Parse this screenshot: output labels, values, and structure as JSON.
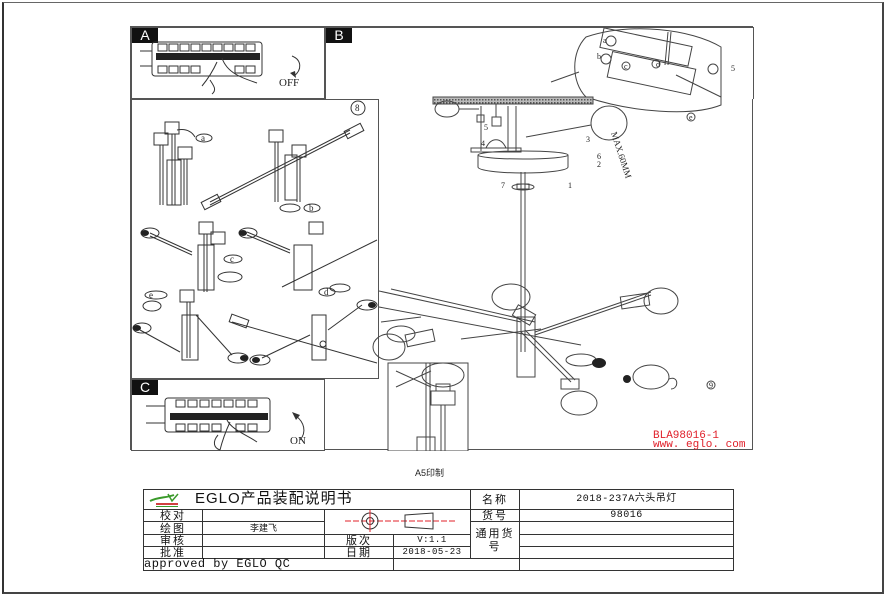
{
  "document": {
    "print_note": "A5印制"
  },
  "panels": {
    "A": {
      "label": "A",
      "action": "OFF"
    },
    "B": {
      "label": "B",
      "max_note": "MAX.60MM"
    },
    "C": {
      "label": "C",
      "action": "ON"
    },
    "step8": {
      "number": "8",
      "callouts": [
        "a",
        "b",
        "c",
        "d",
        "e"
      ]
    }
  },
  "steps": [
    "1",
    "2",
    "3",
    "4",
    "5",
    "6",
    "7",
    "9"
  ],
  "detail_callouts": [
    "a",
    "b",
    "c",
    "d",
    "e",
    "5"
  ],
  "reference": {
    "code": "BLA98016-1",
    "website": "www. eglo. com"
  },
  "title_block": {
    "logo_text": "EGLO",
    "title": "EGLO产品装配说明书",
    "rows": {
      "proofread": "校对",
      "drawn": "绘图",
      "drawn_by": "李建飞",
      "review": "审核",
      "approve": "批准",
      "version_label": "版次",
      "version": "V:1.1",
      "date_label": "日期",
      "date": "2018-05-23",
      "approved_by": "approved by EGLO QC"
    },
    "right": {
      "name_label": "名称",
      "name": "2018-237A六头吊灯",
      "item_no_label": "货号",
      "item_no": "98016",
      "general_item_label": "通用货号"
    },
    "colors": {
      "red": "#e0202a",
      "cyan": "#4ab8d8",
      "logo_green": "#3a9a2a"
    }
  }
}
